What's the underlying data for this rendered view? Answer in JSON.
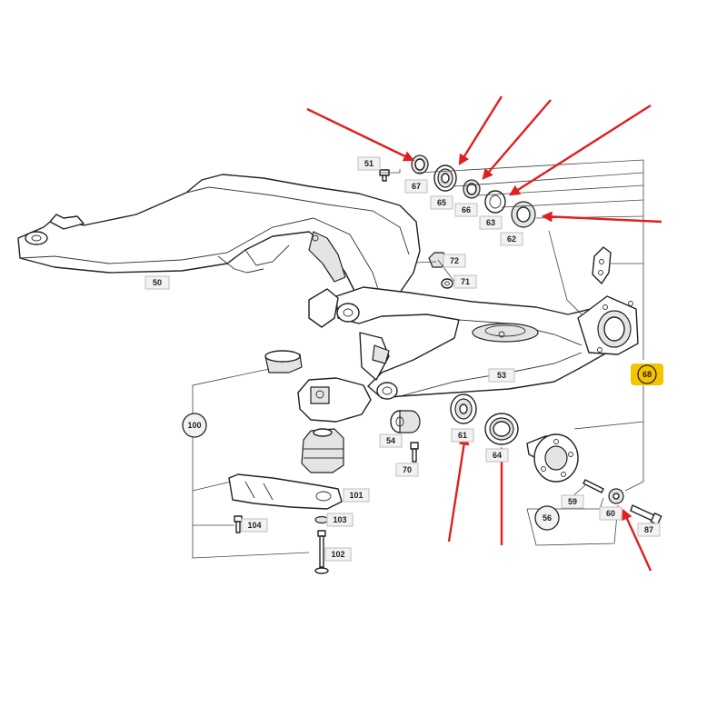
{
  "colors": {
    "arrow": "#e01f1f",
    "highlight_badge": "#f5c400",
    "line": "#222222",
    "label_box": "#f2f2f2"
  },
  "parts": {
    "p50": "50",
    "p51": "51",
    "p53": "53",
    "p54": "54",
    "p56": "56",
    "p59": "59",
    "p60": "60",
    "p61": "61",
    "p62": "62",
    "p63": "63",
    "p64": "64",
    "p65": "65",
    "p66": "66",
    "p67": "67",
    "p68": "68",
    "p70": "70",
    "p71": "71",
    "p72": "72",
    "p87": "87",
    "p100": "100",
    "p101": "101",
    "p102": "102",
    "p103": "103",
    "p104": "104"
  },
  "highlighted_part": "68",
  "arrow_targets": [
    "67",
    "65",
    "66",
    "63",
    "62",
    "61",
    "64",
    "60"
  ]
}
